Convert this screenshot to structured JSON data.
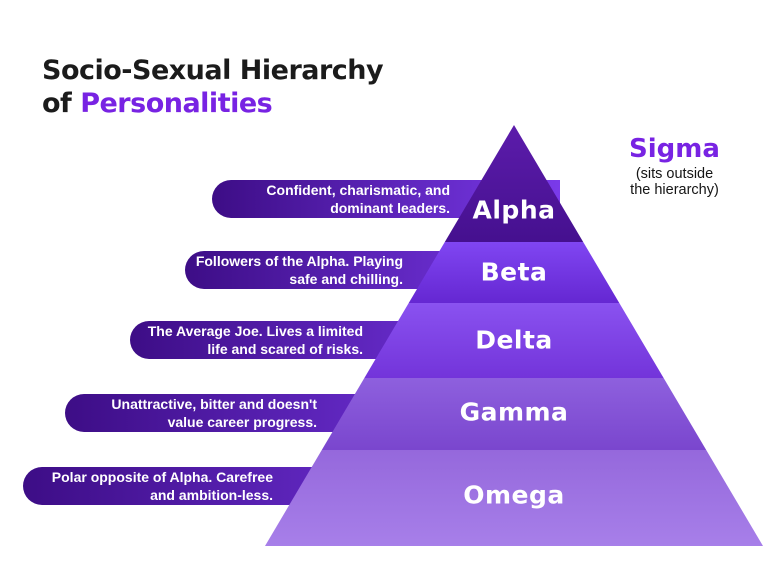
{
  "title": {
    "line1": "Socio-Sexual Hierarchy",
    "line2_prefix": "of ",
    "line2_highlight": "Personalities"
  },
  "sigma": {
    "name": "Sigma",
    "note_line1": "(sits outside",
    "note_line2": "the hierarchy)"
  },
  "pyramid": {
    "levels": [
      {
        "name": "Alpha",
        "desc_line1": "Confident, charismatic, and",
        "desc_line2": "dominant leaders.",
        "color_top": "#5c1cab",
        "color_bottom": "#45108f"
      },
      {
        "name": "Beta",
        "desc_line1": "Followers of the Alpha. Playing",
        "desc_line2": "safe and chilling.",
        "color_top": "#8046f2",
        "color_bottom": "#6527d2"
      },
      {
        "name": "Delta",
        "desc_line1": "The Average Joe. Lives a limited",
        "desc_line2": "life and scared of risks.",
        "color_top": "#8a52f0",
        "color_bottom": "#7334da"
      },
      {
        "name": "Gamma",
        "desc_line1": "Unattractive, bitter and doesn't",
        "desc_line2": "value career progress.",
        "color_top": "#8e60de",
        "color_bottom": "#7a46ce"
      },
      {
        "name": "Omega",
        "desc_line1": "Polar opposite of Alpha. Carefree",
        "desc_line2": "and ambition-less.",
        "color_top": "#9568dc",
        "color_bottom": "#a77fe9"
      }
    ]
  },
  "colors": {
    "accent_purple": "#7823e3",
    "title_text": "#1b1b1b",
    "bar_gradient_left": "#3d0d86",
    "bar_gradient_right": "#7a3aea",
    "level_label_text": "#ffffff"
  }
}
